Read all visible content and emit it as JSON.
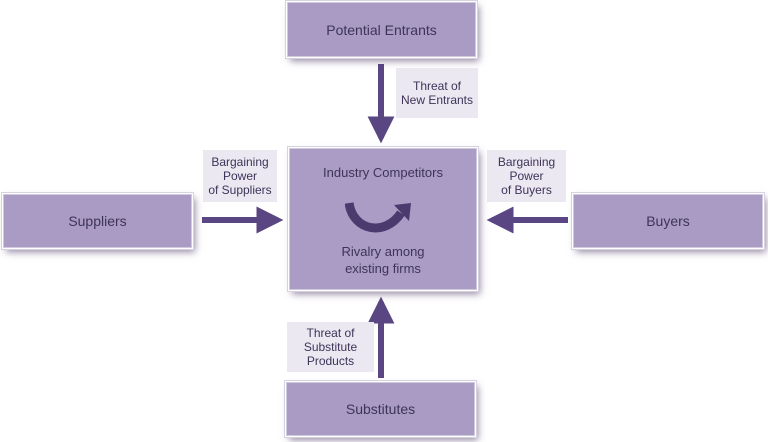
{
  "boxes": {
    "potential_entrants": "Potential Entrants",
    "suppliers": "Suppliers",
    "buyers": "Buyers",
    "substitutes": "Substitutes",
    "industry_competitors": "Industry Competitors",
    "rivalry": "Rivalry among\nexisting firms"
  },
  "labels": {
    "new_entrants": "Threat of\nNew Entrants",
    "suppliers_power": "Bargaining\nPower\nof Suppliers",
    "buyers_power": "Bargaining\nPower\nof Buyers",
    "substitute_products": "Threat of\nSubstitute\nProducts"
  },
  "colors": {
    "box_fill": "#a99bc4",
    "arrow": "#5a4682",
    "label_fill": "#ebe8f1",
    "text": "#3d3458"
  },
  "icons": {
    "rivalry": "curved-arrow-icon"
  }
}
